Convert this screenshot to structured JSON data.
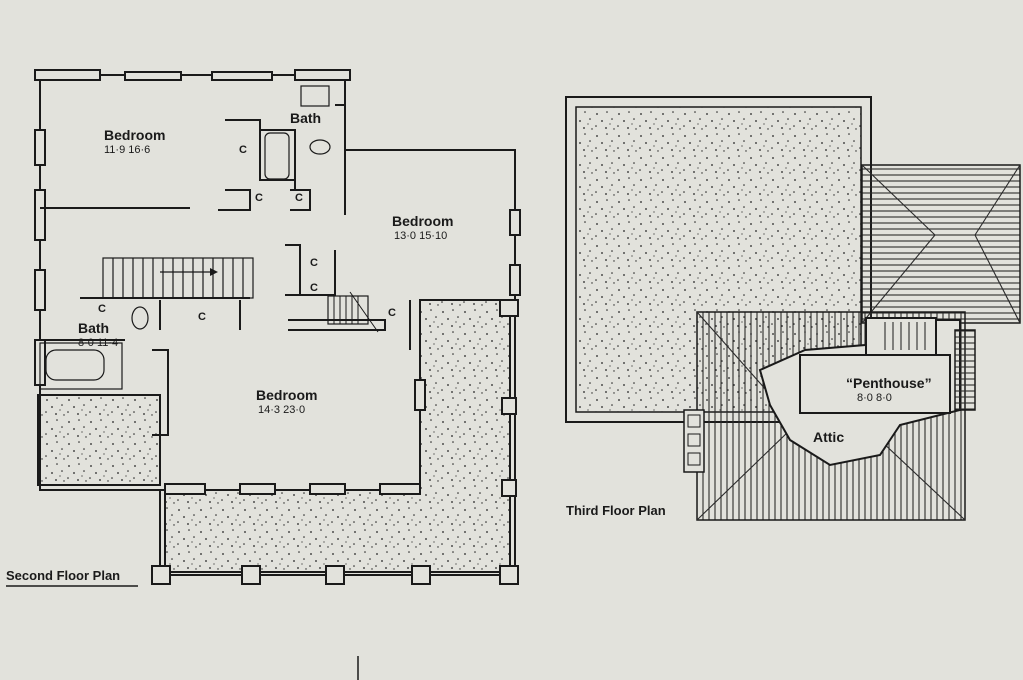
{
  "second_floor": {
    "caption": "Second Floor Plan",
    "rooms": [
      {
        "name": "Bedroom",
        "dims": "11·9  16·6"
      },
      {
        "name": "Bath",
        "dims": ""
      },
      {
        "name": "Bedroom",
        "dims": "13·0  15·10"
      },
      {
        "name": "Bath",
        "dims": "8·0  11·4"
      },
      {
        "name": "Bedroom",
        "dims": "14·3  23·0"
      }
    ],
    "closet_label": "C"
  },
  "third_floor": {
    "caption": "Third Floor Plan",
    "rooms": [
      {
        "name": "“Penthouse”",
        "dims": "8·0  8·0"
      },
      {
        "name": "Attic",
        "dims": ""
      }
    ]
  }
}
